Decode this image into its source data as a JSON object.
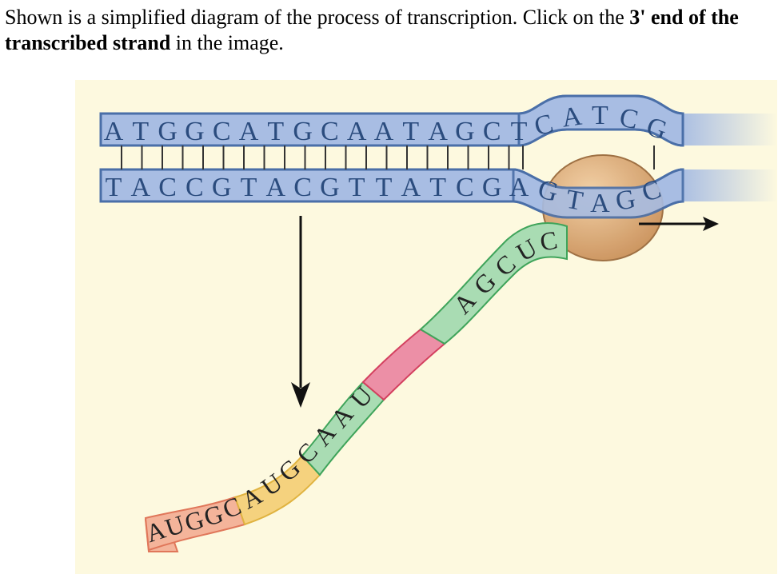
{
  "question": {
    "text_before": "Shown is a simplified diagram of the process of transcription. Click on the ",
    "text_bold": "3' end of the transcribed strand",
    "text_after": " in the image."
  },
  "diagram": {
    "top_strand": [
      "A",
      "T",
      "G",
      "G",
      "C",
      "A",
      "T",
      "G",
      "C",
      "A",
      "A",
      "T",
      "A",
      "G",
      "C",
      "T",
      "C",
      "A",
      "T",
      "C",
      "G"
    ],
    "bottom_strand": [
      "T",
      "A",
      "C",
      "C",
      "G",
      "T",
      "A",
      "C",
      "G",
      "T",
      "T",
      "A",
      "T",
      "C",
      "G",
      "A",
      "G",
      "T",
      "A",
      "G",
      "C"
    ],
    "rna_strand": [
      "A",
      "U",
      "G",
      "G",
      "C",
      "A",
      "U",
      "G",
      "C",
      "A",
      "A",
      "U",
      "A",
      "G",
      "C",
      "U",
      "C"
    ],
    "colors": {
      "background": "#fdf9df",
      "dna_fill": "#a8bde3",
      "dna_stroke": "#4a6fa8",
      "polymerase": "#d9a873",
      "rna_orange": "#f4b49a",
      "rna_yellow": "#f5d27e",
      "rna_green": "#a9dcb3",
      "rna_pink": "#ec8fa6"
    }
  }
}
